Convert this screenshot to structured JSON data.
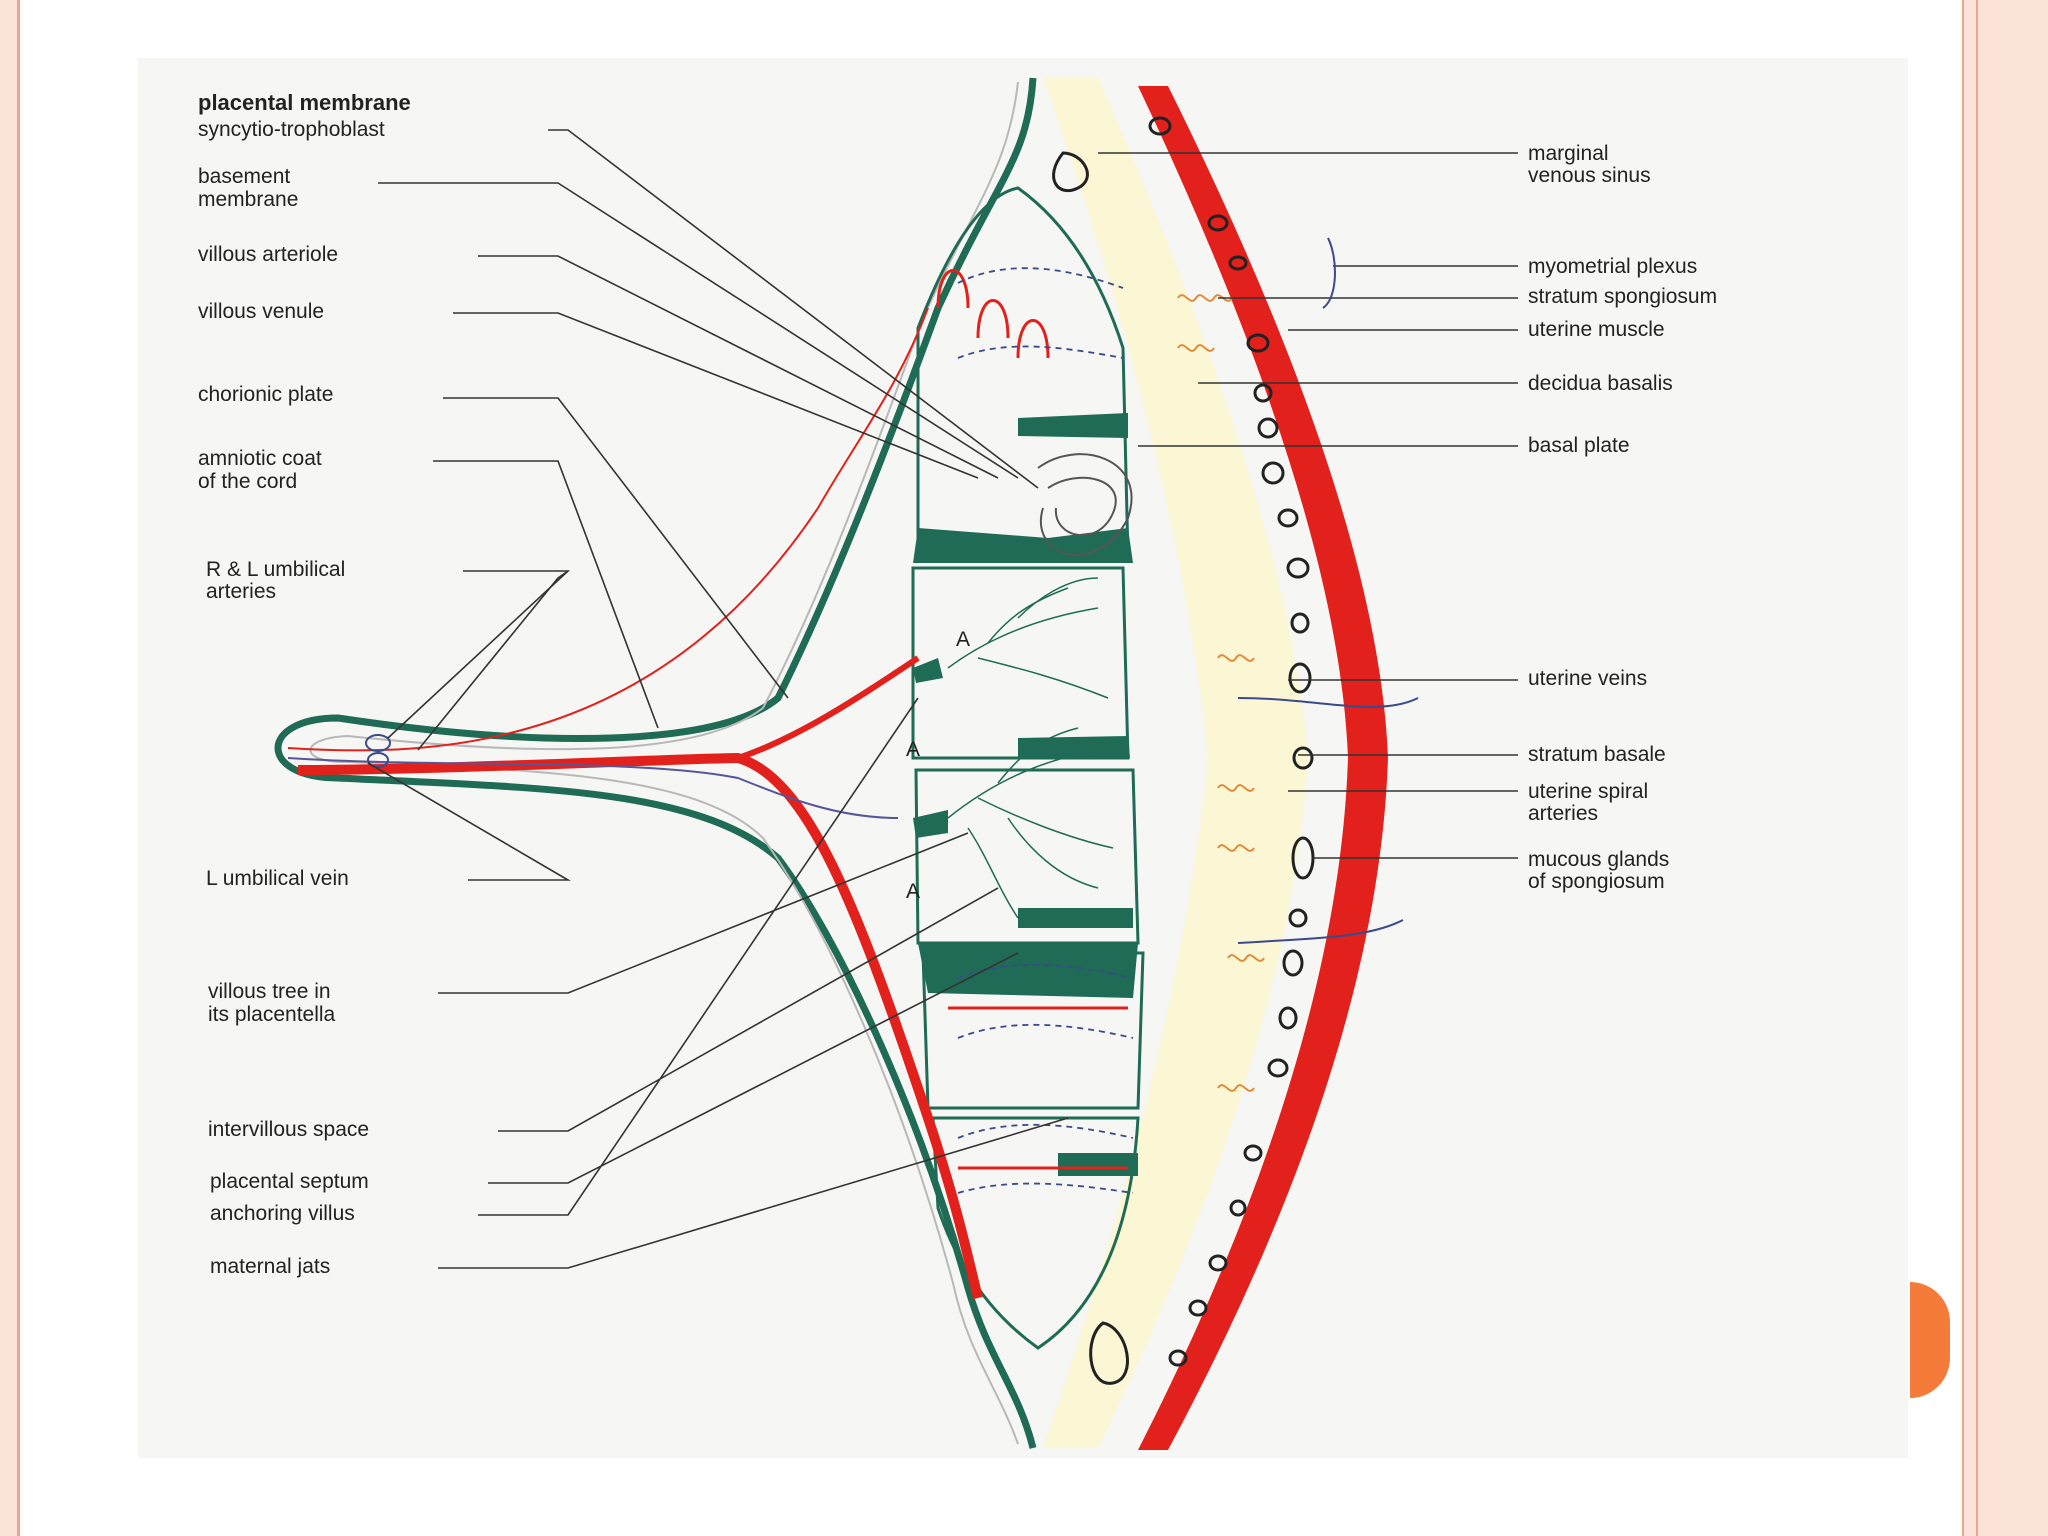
{
  "colors": {
    "frame_fill": "#fbe3da",
    "frame_line": "#f0a48a",
    "slide_marker": "#f47b3a",
    "maternal_red": "#e2211c",
    "fetal_green": "#1f6b55",
    "decidua_yellow": "#fbf6d3",
    "label_text": "#222222"
  },
  "slide_marker_icon": "semicircle-bullet-icon",
  "figure": {
    "labels_left": {
      "placental_membrane": "placental membrane",
      "syncytiotrophoblast": "syncytio-trophoblast",
      "basement_membrane": [
        "basement",
        "membrane"
      ],
      "villous_arteriole": "villous arteriole",
      "villous_venule": "villous venule",
      "chorionic_plate": "chorionic plate",
      "amniotic_coat": [
        "amniotic coat",
        "of the cord"
      ],
      "umbilical_arteries": [
        "R & L umbilical",
        "arteries"
      ],
      "umbilical_vein": "L umbilical vein",
      "villous_tree": [
        "villous tree in",
        "its placentella"
      ],
      "intervillous_space": "intervillous space",
      "placental_septum": "placental septum",
      "anchoring_villus": "anchoring villus",
      "maternal_jets": "maternal jats"
    },
    "labels_right": {
      "marginal_sinus": [
        "marginal",
        "venous sinus"
      ],
      "myometrial_plexus": "myometrial plexus",
      "stratum_spongiosum": "stratum spongiosum",
      "uterine_muscle": "uterine muscle",
      "decidua_basalis": "decidua basalis",
      "basal_plate": "basal plate",
      "uterine_veins": "uterine veins",
      "stratum_basale": "stratum basale",
      "spiral_arteries": [
        "uterine spiral",
        "arteries"
      ],
      "mucous_glands": [
        "mucous glands",
        "of spongiosum"
      ]
    },
    "inline_marks": {
      "artery_letter": "A"
    }
  }
}
